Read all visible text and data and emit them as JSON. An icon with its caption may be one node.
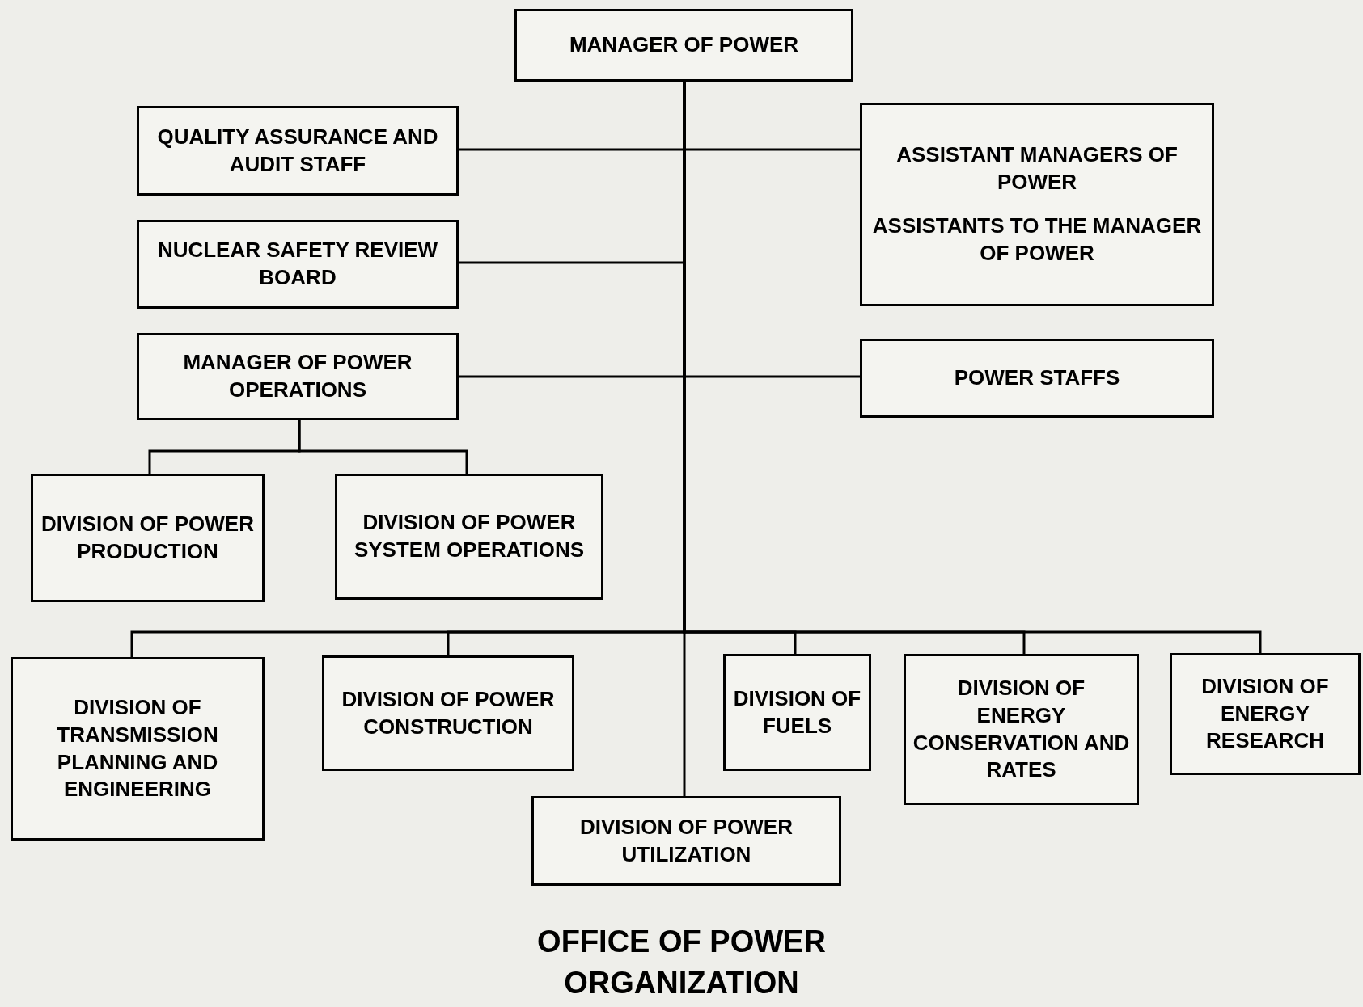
{
  "diagram": {
    "caption": "OFFICE OF POWER ORGANIZATION",
    "nodes": [
      {
        "text": [
          "MANAGER OF POWER"
        ]
      },
      {
        "text": [
          "QUALITY ASSURANCE AND AUDIT STAFF"
        ]
      },
      {
        "text": [
          "NUCLEAR SAFETY REVIEW BOARD"
        ]
      },
      {
        "text": [
          "ASSISTANT MANAGERS OF POWER",
          "ASSISTANTS TO THE MANAGER OF POWER"
        ]
      },
      {
        "text": [
          "MANAGER OF POWER OPERATIONS"
        ]
      },
      {
        "text": [
          "POWER STAFFS"
        ]
      },
      {
        "text": [
          "DIVISION OF POWER PRODUCTION"
        ]
      },
      {
        "text": [
          "DIVISION OF POWER SYSTEM OPERATIONS"
        ]
      },
      {
        "text": [
          "DIVISION OF TRANSMISSION PLANNING AND ENGINEERING"
        ]
      },
      {
        "text": [
          "DIVISION OF POWER CONSTRUCTION"
        ]
      },
      {
        "text": [
          "DIVISION OF FUELS"
        ]
      },
      {
        "text": [
          "DIVISION OF ENERGY CONSERVATION AND RATES"
        ]
      },
      {
        "text": [
          "DIVISION OF ENERGY RESEARCH"
        ]
      },
      {
        "text": [
          "DIVISION OF POWER UTILIZATION"
        ]
      }
    ],
    "edges": [
      {
        "from": 0,
        "to": 1,
        "arrow": "none"
      },
      {
        "from": 0,
        "to": 3,
        "arrow": "none"
      },
      {
        "from": 0,
        "to": 2,
        "arrow": "none"
      },
      {
        "from": 0,
        "to": 4,
        "arrow": "none"
      },
      {
        "from": 0,
        "to": 5,
        "arrow": "none"
      },
      {
        "from": 4,
        "to": 6,
        "arrow": "none"
      },
      {
        "from": 4,
        "to": 7,
        "arrow": "none"
      },
      {
        "from": 0,
        "to": 8,
        "arrow": "none"
      },
      {
        "from": 0,
        "to": 9,
        "arrow": "none"
      },
      {
        "from": 0,
        "to": 10,
        "arrow": "none"
      },
      {
        "from": 0,
        "to": 11,
        "arrow": "none"
      },
      {
        "from": 0,
        "to": 12,
        "arrow": "none"
      },
      {
        "from": 0,
        "to": 13,
        "arrow": "none"
      }
    ]
  }
}
